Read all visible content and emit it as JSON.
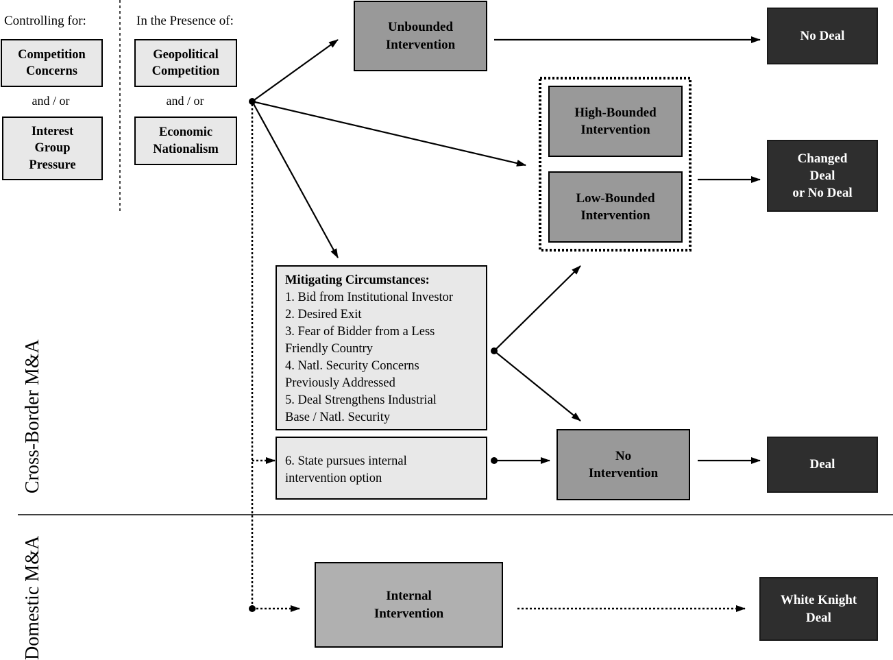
{
  "headers": {
    "controlling": "Controlling for:",
    "presence": "In the Presence of:"
  },
  "factors": {
    "competition": "Competition\nConcerns",
    "and_or_1": "and / or",
    "interest_group": "Interest\nGroup\nPressure",
    "geopolitical": "Geopolitical\nCompetition",
    "and_or_2": "and / or",
    "economic": "Economic\nNationalism"
  },
  "interventions": {
    "unbounded": "Unbounded\nIntervention",
    "high_bounded": "High-Bounded\nIntervention",
    "low_bounded": "Low-Bounded\nIntervention",
    "none": "No\nIntervention",
    "internal": "Internal\nIntervention"
  },
  "outcomes": {
    "no_deal": "No Deal",
    "changed_deal": "Changed\nDeal\nor No Deal",
    "deal": "Deal",
    "white_knight": "White Knight\nDeal"
  },
  "mitigating": {
    "title": "Mitigating Circumstances:",
    "items": [
      "1. Bid from Institutional Investor",
      "2. Desired Exit",
      "3. Fear of Bidder from a Less\n              Friendly Country",
      "4. Natl. Security Concerns\n              Previously Addressed",
      "5. Deal Strengthens Industrial\n              Base /  Natl. Security"
    ],
    "state_option": "6. State pursues internal\n              intervention option"
  },
  "sections": {
    "cross_border": "Cross-Border M&A",
    "domestic": "Domestic M&A"
  }
}
